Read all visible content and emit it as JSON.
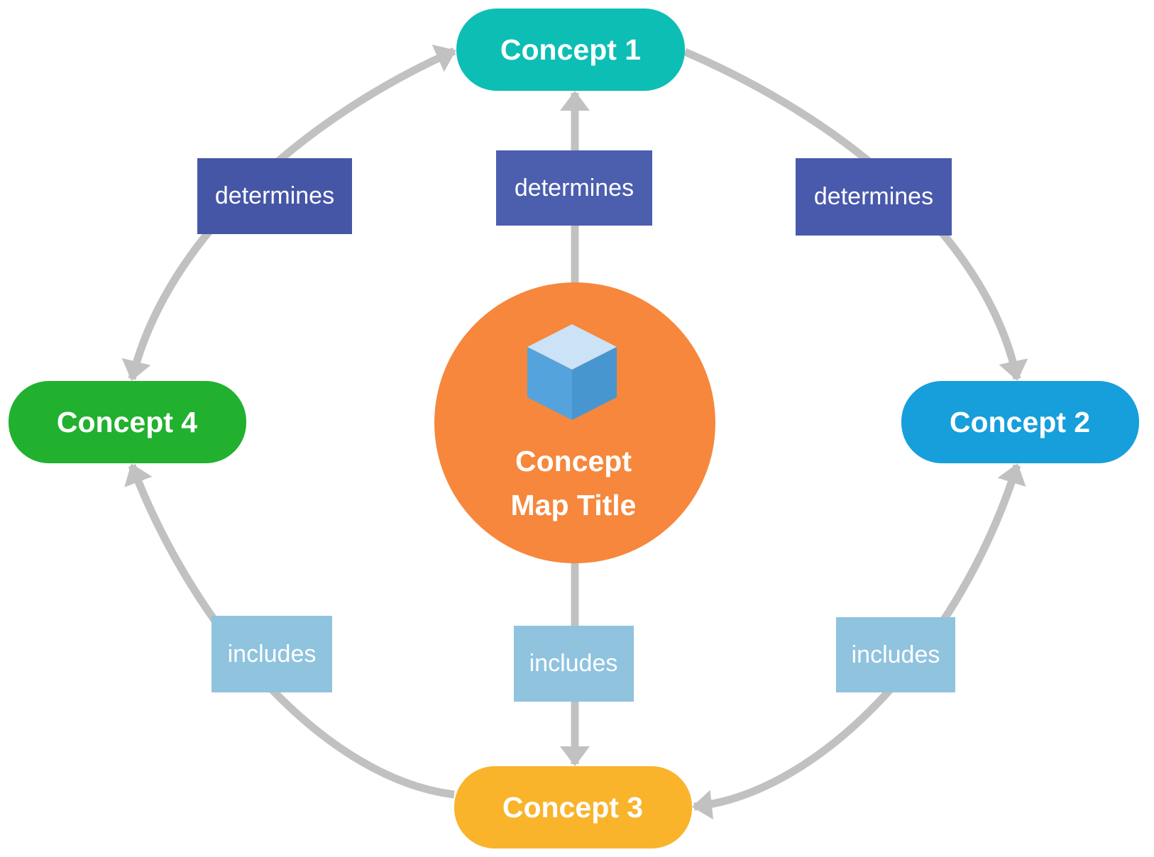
{
  "center": {
    "title_line1": "Concept",
    "title_line2": "Map Title",
    "icon": "cube-icon"
  },
  "nodes": {
    "c1": {
      "label": "Concept 1",
      "color": "#0DBEB4"
    },
    "c2": {
      "label": "Concept 2",
      "color": "#169FDB"
    },
    "c3": {
      "label": "Concept 3",
      "color": "#F9B42C"
    },
    "c4": {
      "label": "Concept 4",
      "color": "#21B12F"
    }
  },
  "edge_labels": [
    {
      "id": "determines-left",
      "text": "determines",
      "color": "#4656A6"
    },
    {
      "id": "determines-center",
      "text": "determines",
      "color": "#4C5EAE"
    },
    {
      "id": "determines-right",
      "text": "determines",
      "color": "#4959AB"
    },
    {
      "id": "includes-left",
      "text": "includes",
      "color": "#8FC3DE"
    },
    {
      "id": "includes-center",
      "text": "includes",
      "color": "#8FC3DE"
    },
    {
      "id": "includes-right",
      "text": "includes",
      "color": "#8FC3DE"
    }
  ],
  "edges": [
    {
      "from": "center",
      "to": "concept-1",
      "label": "determines",
      "bidirectional": false
    },
    {
      "from": "center",
      "to": "concept-3",
      "label": "includes",
      "bidirectional": false
    },
    {
      "from": "concept-4",
      "to": "concept-1",
      "label": "determines",
      "bidirectional": true
    },
    {
      "from": "concept-1",
      "to": "concept-2",
      "label": "determines",
      "bidirectional": false
    },
    {
      "from": "concept-2",
      "to": "concept-3",
      "label": "includes",
      "bidirectional": true
    },
    {
      "from": "concept-3",
      "to": "concept-4",
      "label": "includes",
      "bidirectional": false
    }
  ],
  "colors": {
    "background": "#FFFFFF",
    "center_circle": "#F6873C",
    "arrow": "#C1C1C1",
    "cube_top": "#CBE2F7",
    "cube_left": "#54A3DC",
    "cube_right": "#4896D0",
    "text": "#FFFFFF"
  }
}
